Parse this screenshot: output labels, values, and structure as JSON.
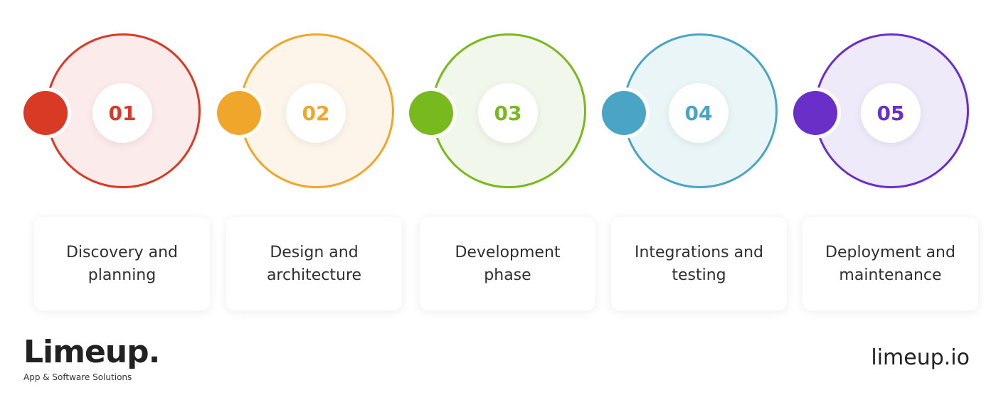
{
  "steps": [
    {
      "number": "01",
      "label_line1": "Discovery and",
      "label_line2": "planning",
      "color": "#D93A25",
      "fill": "#FBEBEA"
    },
    {
      "number": "02",
      "label_line1": "Design and",
      "label_line2": "architecture",
      "color": "#F0A62A",
      "fill": "#FEF5EA"
    },
    {
      "number": "03",
      "label_line1": "Development",
      "label_line2": "phase",
      "color": "#78BA1E",
      "fill": "#F1F7EA"
    },
    {
      "number": "04",
      "label_line1": "Integrations and",
      "label_line2": "testing",
      "color": "#4AA5C5",
      "fill": "#EAF5F8"
    },
    {
      "number": "05",
      "label_line1": "Deployment and",
      "label_line2": "maintenance",
      "color": "#6A2FC9",
      "fill": "#EFEAFA"
    }
  ],
  "brand": {
    "name": "Limeup.",
    "tagline": "App & Software Solutions",
    "website": "limeup.io"
  }
}
